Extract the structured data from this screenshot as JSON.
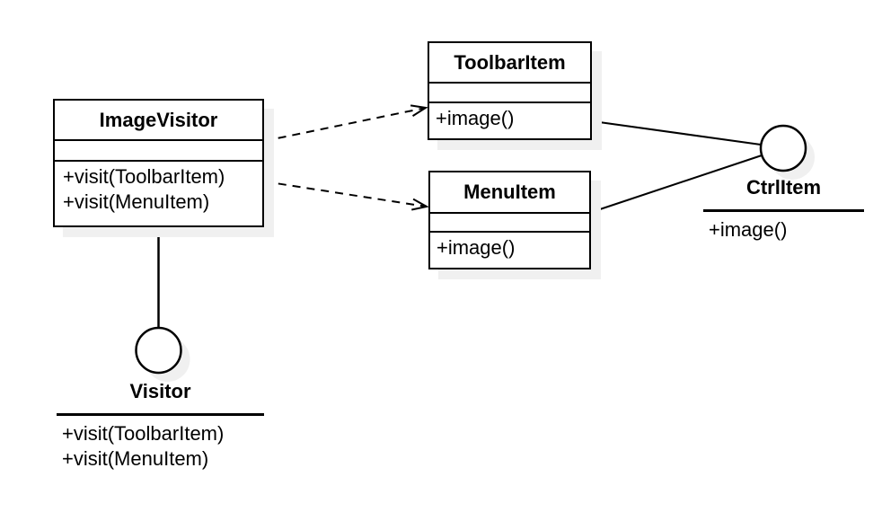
{
  "diagram": {
    "type": "uml-class-diagram",
    "classes": [
      {
        "name": "ImageVisitor",
        "attributes": [],
        "methods": [
          "+visit(ToolbarItem)",
          "+visit(MenuItem)"
        ]
      },
      {
        "name": "ToolbarItem",
        "attributes": [],
        "methods": [
          "+image()"
        ]
      },
      {
        "name": "MenuItem",
        "attributes": [],
        "methods": [
          "+image()"
        ]
      }
    ],
    "interfaces": [
      {
        "name": "CtrlItem",
        "notation": "lollipop-circle",
        "methods": [
          "+image()"
        ]
      },
      {
        "name": "Visitor",
        "notation": "lollipop-circle",
        "methods": [
          "+visit(ToolbarItem)",
          "+visit(MenuItem)"
        ]
      }
    ],
    "relations": [
      {
        "from": "ImageVisitor",
        "to": "ToolbarItem",
        "type": "dependency",
        "style": "dashed-open-arrow"
      },
      {
        "from": "ImageVisitor",
        "to": "MenuItem",
        "type": "dependency",
        "style": "dashed-open-arrow"
      },
      {
        "from": "ToolbarItem",
        "to": "CtrlItem",
        "type": "interface-realization",
        "style": "solid-line-to-lollipop"
      },
      {
        "from": "MenuItem",
        "to": "CtrlItem",
        "type": "interface-realization",
        "style": "solid-line-to-lollipop"
      },
      {
        "from": "ImageVisitor",
        "to": "Visitor",
        "type": "interface-realization",
        "style": "solid-line-to-lollipop"
      }
    ]
  },
  "colors": {
    "stroke": "#000000",
    "shape_fill": "#ffffff",
    "shadow": "#f0f0f0",
    "background": "#ffffff"
  }
}
